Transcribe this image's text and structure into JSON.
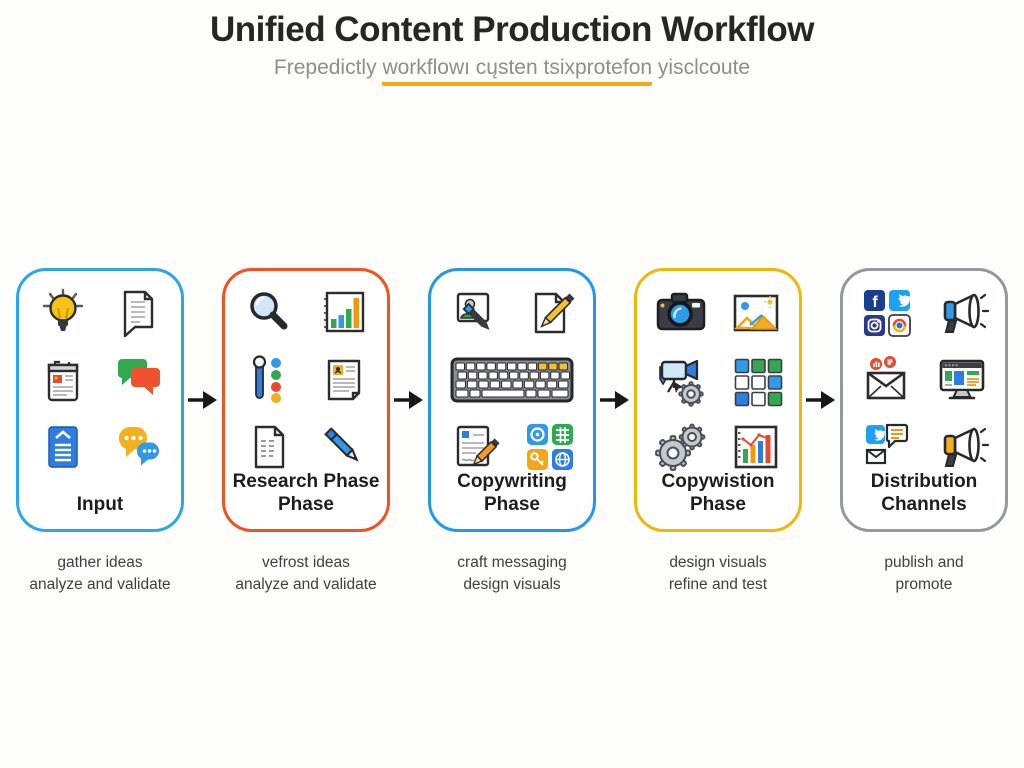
{
  "header": {
    "title": "Unified Content Production Workflow",
    "subtitle_pre": "Frepedictly ",
    "subtitle_underline": "workflowı cųsten tsixprotefon",
    "subtitle_post": " yisclcoute"
  },
  "colors": {
    "underline": "#f2a71b",
    "arrow": "#17181a"
  },
  "cards": [
    {
      "label": [
        "Input"
      ],
      "border": "#2aa7e8",
      "caption": [
        "gather ideas",
        "analyze and validate"
      ],
      "icons": [
        "lightbulb-icon",
        "note-document-icon",
        "newspaper-icon",
        "chat-bubbles-icon",
        "blue-document-icon",
        "chat-dots-icon"
      ]
    },
    {
      "label": [
        "Research Phase",
        "Phase"
      ],
      "border": "#f4511e",
      "caption": [
        "vefrost ideas",
        "analyze and validate"
      ],
      "icons": [
        "magnifier-icon",
        "bar-chart-icon",
        "slider-dots-icon",
        "badge-document-icon",
        "dashed-document-icon",
        "pen-icon"
      ]
    },
    {
      "label": [
        "Copywriting",
        "Phase"
      ],
      "border": "#2196f3",
      "caption": [
        "craft messaging",
        "design visuals"
      ],
      "icons": [
        "profile-pen-icon",
        "pencil-paper-icon",
        "keyboard-icon",
        "edit-document-icon",
        "app-grid-icon"
      ]
    },
    {
      "label": [
        "Copywistion",
        "Phase"
      ],
      "border": "#f1b707",
      "caption": [
        "design visuals",
        "refine and test"
      ],
      "icons": [
        "camera-icon",
        "image-icon",
        "video-gear-icon",
        "color-grid-icon",
        "gears-icon",
        "analytics-chart-icon"
      ]
    },
    {
      "label": [
        "Distribution",
        "Channels"
      ],
      "border": "#95999e",
      "caption": [
        "publish and",
        "promote"
      ],
      "icons": [
        "social-grid-icon",
        "megaphone-blue-icon",
        "email-alert-icon",
        "monitor-icon",
        "tweet-mail-icon",
        "megaphone-yellow-icon"
      ]
    }
  ]
}
